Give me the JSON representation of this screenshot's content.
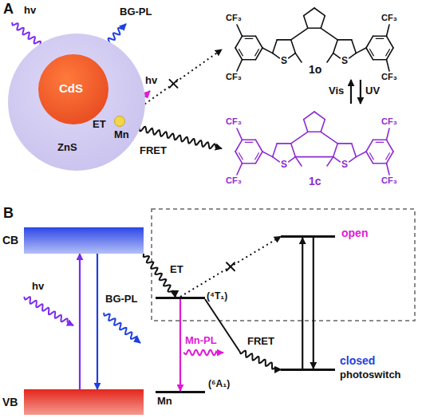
{
  "diagram": {
    "nodes": [
      {
        "text": [
          "ZnS"
        ]
      },
      {
        "text": [
          "CdS"
        ],
        "in": 0
      },
      {
        "text": [
          "Mn"
        ]
      },
      {
        "text": [
          "1o"
        ]
      },
      {
        "text": [
          "1c"
        ]
      },
      {
        "text": [
          "CB"
        ]
      },
      {
        "text": [
          "VB"
        ]
      },
      {
        "text": [
          "(⁴T₁)"
        ]
      },
      {
        "text": [
          "Mn",
          "(⁶A₁)"
        ]
      },
      {
        "text": [
          "open"
        ]
      },
      {
        "text": [
          "closed",
          "photoswitch"
        ]
      }
    ],
    "edges": [
      {
        "from": 1,
        "to": 2,
        "label": "ET",
        "arrow": "to"
      },
      {
        "from": 2,
        "to": 3,
        "arrow": "to"
      },
      {
        "from": 2,
        "to": 4,
        "label": "FRET",
        "arrow": "to"
      },
      {
        "from": 4,
        "to": 3,
        "label": "Vis",
        "arrow": "to"
      },
      {
        "from": 3,
        "to": 4,
        "label": "UV",
        "arrow": "to"
      },
      {
        "from": 6,
        "to": 5,
        "arrow": "to"
      },
      {
        "from": 5,
        "to": 6,
        "arrow": "to"
      },
      {
        "from": 5,
        "to": 7,
        "label": "ET",
        "arrow": "to"
      },
      {
        "from": 7,
        "to": 9,
        "arrow": "to"
      },
      {
        "from": 7,
        "to": 8,
        "label": "Mn-PL",
        "arrow": "to"
      },
      {
        "from": 7,
        "to": 10,
        "label": "FRET",
        "arrow": "to"
      },
      {
        "from": 10,
        "to": 9,
        "arrow": "to"
      },
      {
        "from": 9,
        "to": 10,
        "arrow": "to"
      }
    ],
    "labels": [
      "A",
      "hv",
      "BG-PL",
      "hv",
      "CF₃",
      "CF₃",
      "CF₃",
      "CF₃",
      "CF₃",
      "CF₃",
      "CF₃",
      "CF₃",
      "S",
      "S",
      "S",
      "S",
      "B",
      "hv",
      "BG-PL"
    ]
  }
}
